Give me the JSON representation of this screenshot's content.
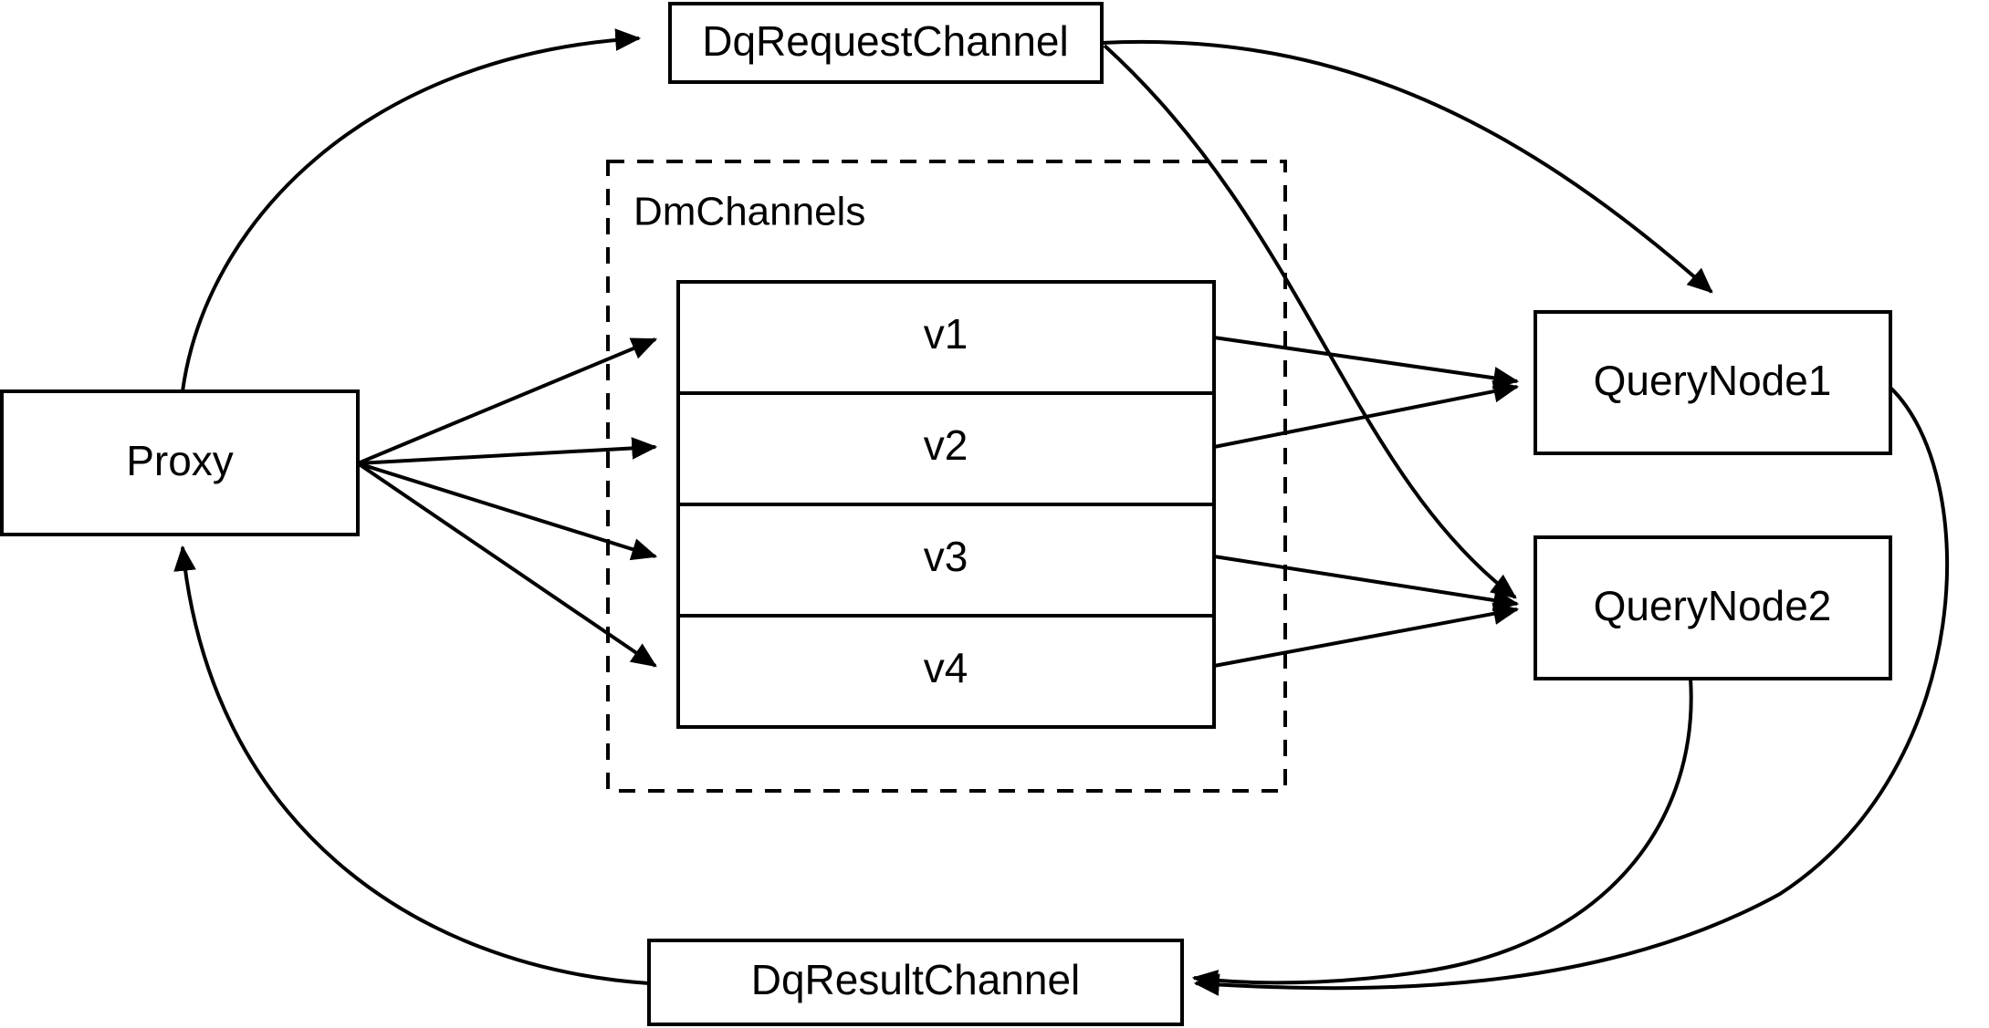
{
  "diagram": {
    "title": "Milvus distributed query data-flow diagram",
    "background_color": "#ffffff",
    "stroke_color": "#000000",
    "nodes": {
      "proxy": {
        "label": "Proxy"
      },
      "dq_request_channel": {
        "label": "DqRequestChannel"
      },
      "dq_result_channel": {
        "label": "DqResultChannel"
      },
      "query_node_1": {
        "label": "QueryNode1"
      },
      "query_node_2": {
        "label": "QueryNode2"
      }
    },
    "group": {
      "label": "DmChannels",
      "style": "dashed",
      "channels": [
        {
          "label": "v1"
        },
        {
          "label": "v2"
        },
        {
          "label": "v3"
        },
        {
          "label": "v4"
        }
      ]
    },
    "edges": [
      {
        "from": "Proxy",
        "to": "DqRequestChannel",
        "style": "curved",
        "arrow": true
      },
      {
        "from": "Proxy",
        "to": "v1",
        "style": "straight",
        "arrow": true
      },
      {
        "from": "Proxy",
        "to": "v2",
        "style": "straight",
        "arrow": true
      },
      {
        "from": "Proxy",
        "to": "v3",
        "style": "straight",
        "arrow": true
      },
      {
        "from": "Proxy",
        "to": "v4",
        "style": "straight",
        "arrow": true
      },
      {
        "from": "DqRequestChannel",
        "to": "QueryNode1",
        "style": "curved",
        "arrow": true
      },
      {
        "from": "DqRequestChannel",
        "to": "QueryNode2",
        "style": "curved",
        "arrow": true
      },
      {
        "from": "v1",
        "to": "QueryNode1",
        "style": "straight",
        "arrow": true
      },
      {
        "from": "v2",
        "to": "QueryNode1",
        "style": "straight",
        "arrow": true
      },
      {
        "from": "v3",
        "to": "QueryNode2",
        "style": "straight",
        "arrow": true
      },
      {
        "from": "v4",
        "to": "QueryNode2",
        "style": "straight",
        "arrow": true
      },
      {
        "from": "QueryNode1",
        "to": "DqResultChannel",
        "style": "curved",
        "arrow": true
      },
      {
        "from": "QueryNode2",
        "to": "DqResultChannel",
        "style": "curved",
        "arrow": true
      },
      {
        "from": "DqResultChannel",
        "to": "Proxy",
        "style": "curved",
        "arrow": true
      }
    ]
  }
}
